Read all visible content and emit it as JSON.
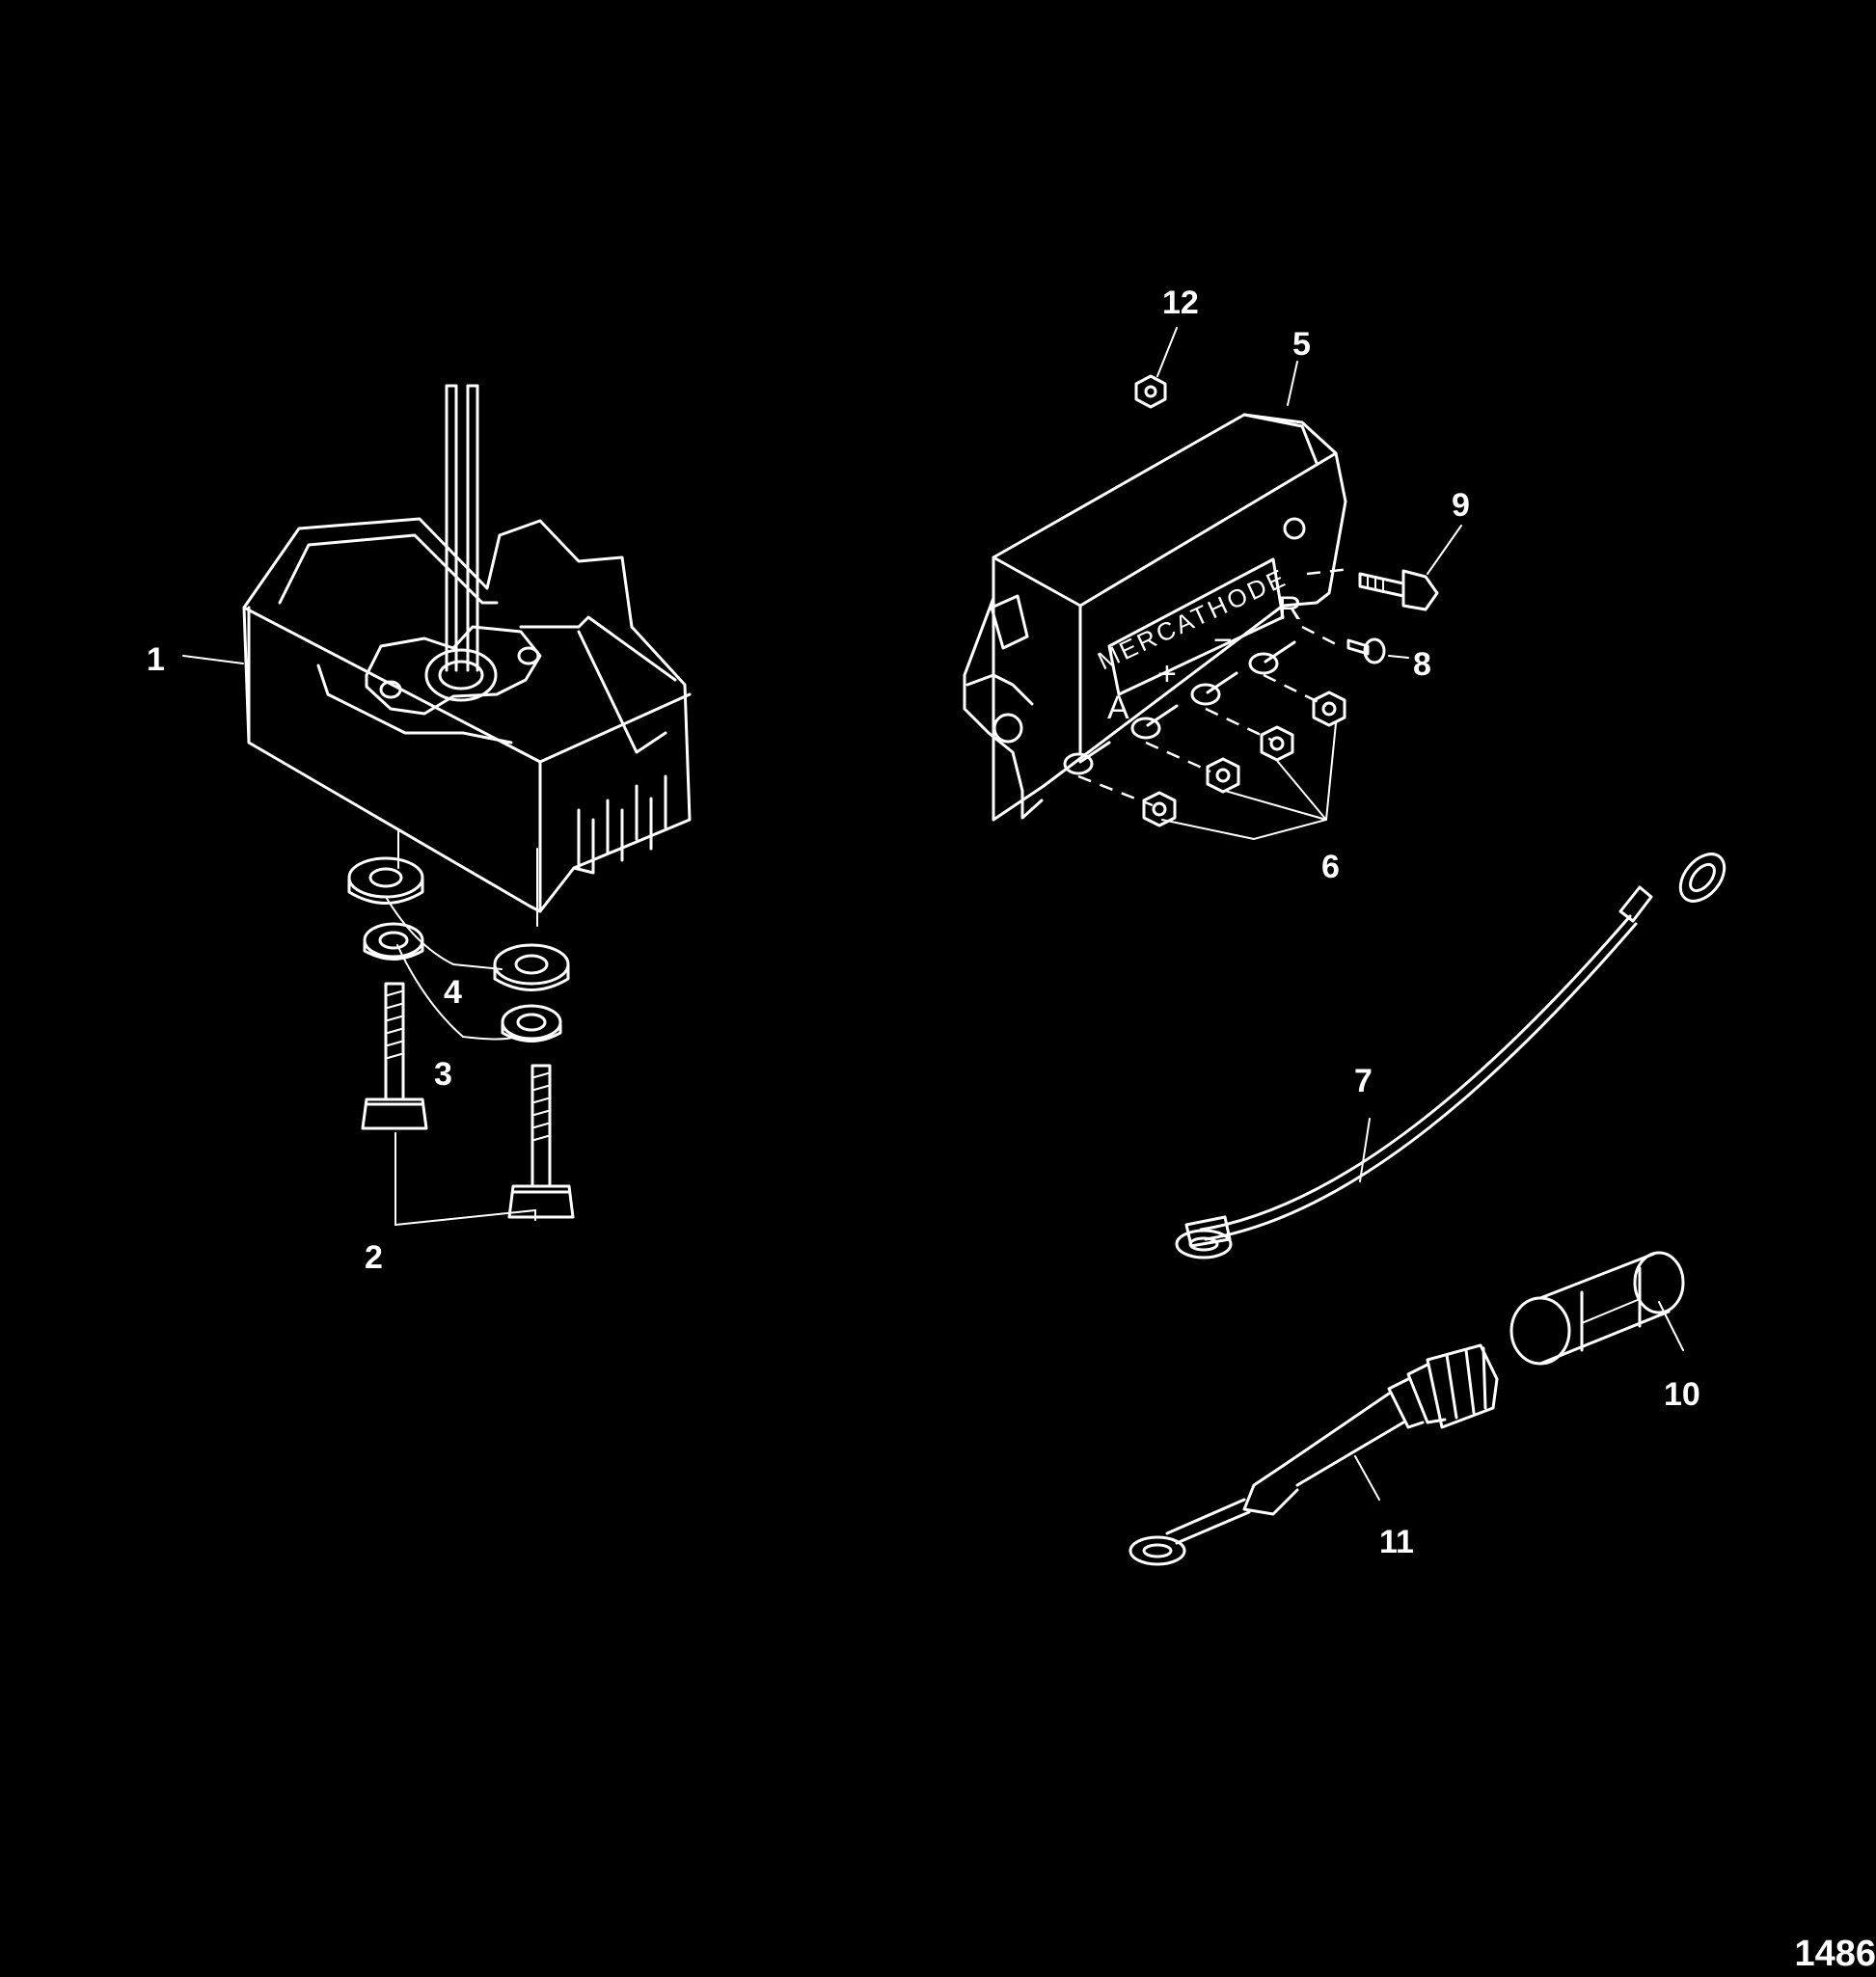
{
  "callouts": {
    "c1": "1",
    "c2": "2",
    "c3": "3",
    "c4": "4",
    "c5": "5",
    "c6": "6",
    "c7": "7",
    "c8": "8",
    "c9": "9",
    "c10": "10",
    "c11": "11",
    "c12": "12"
  },
  "controller": {
    "brand_label": "MERCATHODE",
    "terminal_a": "A",
    "terminal_plus": "+",
    "terminal_minus": "−",
    "terminal_r": "R"
  },
  "figure_id": "1486"
}
